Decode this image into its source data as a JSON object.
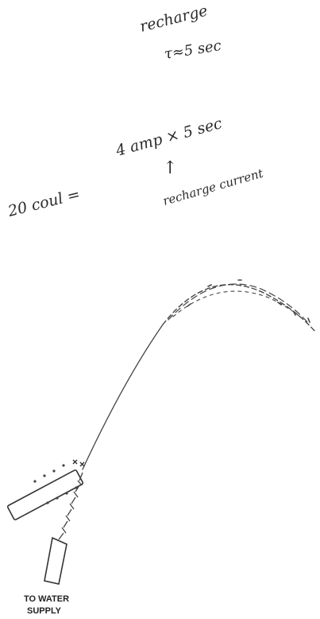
{
  "handwritten_notes": {
    "line1": "recharge",
    "line2": "τ≈5 sec",
    "equation_left": "20 coul =",
    "equation_right": "4 amp × 5 sec",
    "arrow": "↑",
    "arrow_note": "recharge current"
  },
  "diagram": {
    "label_line1": "TO WATER",
    "label_line2": "SUPPLY"
  },
  "colors": {
    "ink": "#2a2a2a",
    "pencil": "#444444",
    "paper": "#ffffff"
  }
}
